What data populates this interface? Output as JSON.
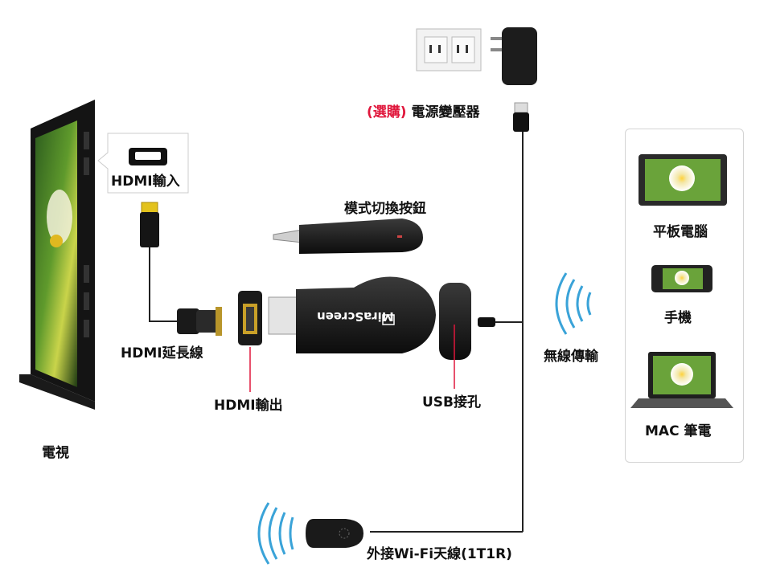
{
  "labels": {
    "tv": "電視",
    "hdmi_input": "HDMI輸入",
    "hdmi_extension": "HDMI延長線",
    "hdmi_output": "HDMI輸出",
    "usb_port": "USB接孔",
    "mode_button": "模式切換按鈕",
    "optional_prefix": "(選購)",
    "power_adapter": "電源變壓器",
    "wireless": "無線傳輸",
    "external_wifi": "外接Wi-Fi天線(1T1R)",
    "brand": "MiraScreen"
  },
  "devices": [
    {
      "label": "平板電腦",
      "icon": "tablet-icon"
    },
    {
      "label": "手機",
      "icon": "phone-icon"
    },
    {
      "label": "MAC 筆電",
      "icon": "laptop-icon"
    }
  ],
  "colors": {
    "accent_red": "#e0173c",
    "wave_blue": "#3aa3d8",
    "hdmi_gold": "#e3c21c"
  }
}
